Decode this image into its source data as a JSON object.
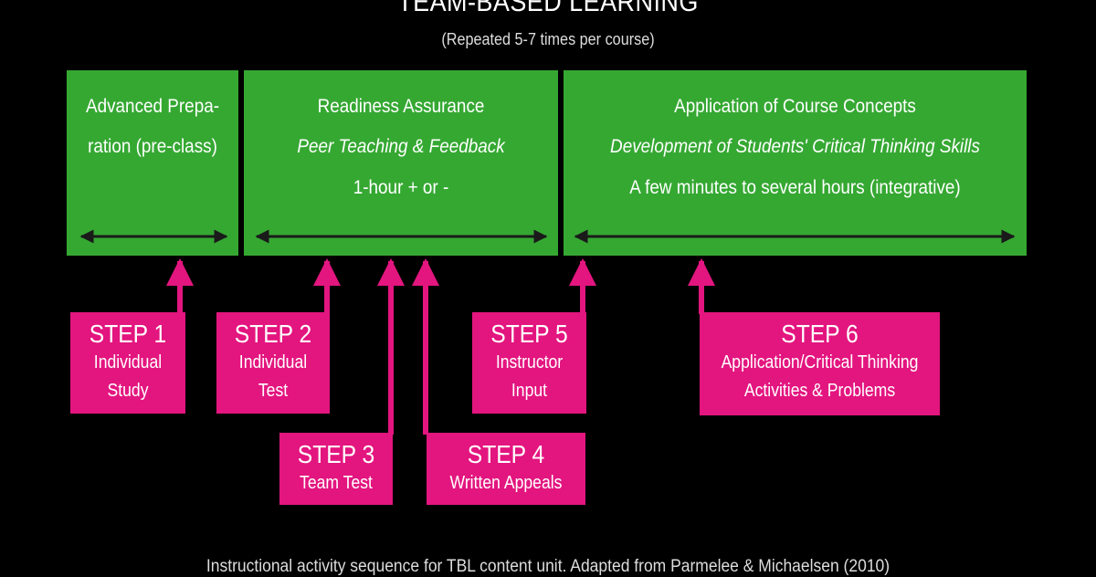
{
  "header": {
    "title": "TEAM-BASED LEARNING",
    "subtitle": "(Repeated 5-7 times per course)"
  },
  "phases": [
    {
      "lines": [
        "Advanced Prepa-",
        "ration (pre-class)"
      ]
    },
    {
      "heading": "Readiness Assurance",
      "subheading": "Peer Teaching & Feedback",
      "duration": "1-hour + or -"
    },
    {
      "heading": "Application of Course Concepts",
      "subheading": "Development of Students' Critical Thinking Skills",
      "duration": "A few minutes to several hours (integrative)"
    }
  ],
  "steps": [
    {
      "label": "STEP 1",
      "desc": [
        "Individual",
        "Study"
      ]
    },
    {
      "label": "STEP 2",
      "desc": [
        "Individual",
        "Test"
      ]
    },
    {
      "label": "STEP 3",
      "desc": [
        "Team Test"
      ]
    },
    {
      "label": "STEP 4",
      "desc": [
        "Written Appeals"
      ]
    },
    {
      "label": "STEP 5",
      "desc": [
        "Instructor",
        "Input"
      ]
    },
    {
      "label": "STEP 6",
      "desc": [
        "Application/Critical Thinking",
        "Activities & Problems"
      ]
    }
  ],
  "footer": "Instructional activity sequence for TBL content unit. Adapted from Parmelee & Michaelsen (2010)",
  "colors": {
    "phase": "#35a832",
    "step": "#e3157f",
    "background": "#000000",
    "arrow": "#1a1a1a"
  }
}
